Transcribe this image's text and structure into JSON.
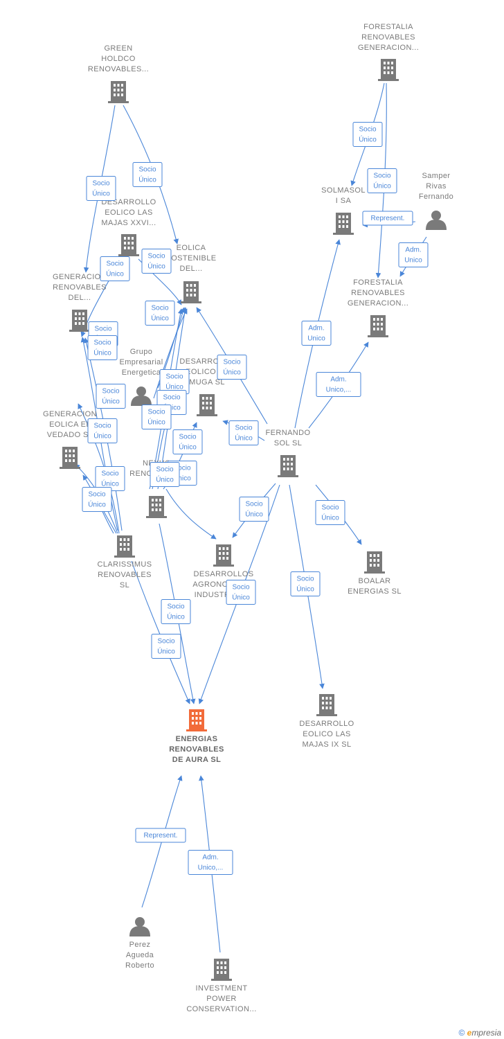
{
  "colors": {
    "edge": "#4a86d8",
    "node": "#7a7a7a",
    "highlight": "#f26b3a",
    "label": "#7a7a7a"
  },
  "nodes": [
    {
      "id": "green_holdco",
      "kind": "company",
      "label": [
        "GREEN",
        "HOLDCO",
        "RENOVABLES..."
      ]
    },
    {
      "id": "forestalia_top",
      "kind": "company",
      "label": [
        "FORESTALIA",
        "RENOVABLES",
        "GENERACION..."
      ]
    },
    {
      "id": "solmasol",
      "kind": "company",
      "label": [
        "SOLMASOL",
        "I SA"
      ]
    },
    {
      "id": "samper",
      "kind": "person",
      "label": [
        "Samper",
        "Rivas",
        "Fernando"
      ]
    },
    {
      "id": "forestalia_mid",
      "kind": "company",
      "label": [
        "FORESTALIA",
        "RENOVABLES",
        "GENERACION..."
      ]
    },
    {
      "id": "desarrollo_majas_xxvi",
      "kind": "company",
      "label": [
        "DESARROLLO",
        "EOLICO LAS",
        "MAJAS XXVI..."
      ]
    },
    {
      "id": "eolica_sostenible",
      "kind": "company",
      "label": [
        "EOLICA",
        "SOSTENIBLE",
        "DEL..."
      ]
    },
    {
      "id": "generacion_renovables_del",
      "kind": "company",
      "label": [
        "GENERACION",
        "RENOVABLES",
        "DEL..."
      ]
    },
    {
      "id": "grupo_empresarial",
      "kind": "person",
      "label": [
        "Grupo",
        "Empresarial",
        "Energetica"
      ]
    },
    {
      "id": "desarrollo_muga",
      "kind": "company",
      "label": [
        "DESARROLLO",
        "EOLICO LA",
        "MUGA SL"
      ]
    },
    {
      "id": "generacion_eolica_vedado",
      "kind": "company",
      "label": [
        "GENERACION",
        "EOLICA EL",
        "VEDADO SL"
      ]
    },
    {
      "id": "fernando_sol",
      "kind": "company",
      "label": [
        "FERNANDO",
        "SOL SL"
      ]
    },
    {
      "id": "nexus_renovables",
      "kind": "company",
      "label": [
        "NEXUS",
        "RENOVABLES",
        "SL"
      ]
    },
    {
      "id": "clarissimus",
      "kind": "company",
      "label": [
        "CLARISSIMUS",
        "RENOVABLES",
        "SL"
      ]
    },
    {
      "id": "desarrollos_agronomicos",
      "kind": "company",
      "label": [
        "DESARROLLOS",
        "AGRONOMICOS",
        "INDUSTRIALES"
      ]
    },
    {
      "id": "boalar",
      "kind": "company",
      "label": [
        "BOALAR",
        "ENERGIAS  SL"
      ]
    },
    {
      "id": "desarrollo_majas_ix",
      "kind": "company",
      "label": [
        "DESARROLLO",
        "EOLICO LAS",
        "MAJAS IX  SL"
      ]
    },
    {
      "id": "energias_aura",
      "kind": "company",
      "highlight": true,
      "label": [
        "ENERGIAS",
        "RENOVABLES",
        "DE AURA  SL"
      ]
    },
    {
      "id": "perez",
      "kind": "person",
      "label": [
        "Perez",
        "Agueda",
        "Roberto"
      ]
    },
    {
      "id": "investment_power",
      "kind": "company",
      "label": [
        "INVESTMENT",
        "POWER",
        "CONSERVATION..."
      ]
    }
  ],
  "edges": [
    {
      "from": "green_holdco",
      "to": "generacion_renovables_del",
      "label": [
        "Socio",
        "Único"
      ]
    },
    {
      "from": "green_holdco",
      "to": "eolica_sostenible",
      "label": [
        "Socio",
        "Único"
      ]
    },
    {
      "from": "forestalia_top",
      "to": "solmasol",
      "label": [
        "Socio",
        "Único"
      ]
    },
    {
      "from": "forestalia_top",
      "to": "forestalia_mid",
      "label": [
        "Socio",
        "Único"
      ]
    },
    {
      "from": "forestalia_top",
      "to": "solmasol",
      "label": [
        "Represent."
      ]
    },
    {
      "from": "samper",
      "to": "forestalia_mid",
      "label": [
        "Adm.",
        "Unico"
      ]
    },
    {
      "from": "fernando_sol",
      "to": "solmasol",
      "label": [
        "Adm.",
        "Unico"
      ]
    },
    {
      "from": "fernando_sol",
      "to": "forestalia_mid",
      "label": [
        "Adm.",
        "Unico,..."
      ]
    },
    {
      "from": "fernando_sol",
      "to": "eolica_sostenible",
      "label": [
        "Socio",
        "Único"
      ]
    },
    {
      "from": "fernando_sol",
      "to": "desarrollo_muga",
      "label": [
        "Socio",
        "Único"
      ]
    },
    {
      "from": "fernando_sol",
      "to": "desarrollos_agronomicos",
      "label": [
        "Socio",
        "Único"
      ]
    },
    {
      "from": "fernando_sol",
      "to": "boalar",
      "label": [
        "Socio",
        "Único"
      ]
    },
    {
      "from": "fernando_sol",
      "to": "desarrollo_majas_ix",
      "label": [
        "Socio",
        "Único"
      ]
    },
    {
      "from": "fernando_sol",
      "to": "energias_aura",
      "label": [
        "Socio",
        "Único"
      ]
    },
    {
      "from": "desarrollo_majas_xxvi",
      "to": "generacion_renovables_del",
      "label": [
        "Socio",
        "Único"
      ]
    },
    {
      "from": "desarrollo_majas_xxvi",
      "to": "eolica_sostenible",
      "label": [
        "Socio",
        "Único"
      ]
    },
    {
      "from": "grupo_empresarial",
      "to": "eolica_sostenible",
      "label": [
        "Socio",
        "Único"
      ]
    },
    {
      "from": "grupo_empresarial",
      "to": "eolica_sostenible",
      "label": [
        "Socio",
        "Único"
      ]
    },
    {
      "from": "clarissimus",
      "to": "generacion_renovables_del",
      "label": [
        "Socio",
        "Único"
      ]
    },
    {
      "from": "clarissimus",
      "to": "generacion_renovables_del",
      "label": [
        "Socio",
        "Único"
      ]
    },
    {
      "from": "clarissimus",
      "to": "generacion_eolica_vedado",
      "label": [
        "Socio",
        "Único"
      ]
    },
    {
      "from": "clarissimus",
      "to": "generacion_eolica_vedado",
      "label": [
        "Socio",
        "Único"
      ]
    },
    {
      "from": "clarissimus",
      "to": "generacion_eolica_vedado",
      "label": [
        "Socio",
        "Único"
      ]
    },
    {
      "from": "clarissimus",
      "to": "generacion_eolica_vedado",
      "label": [
        "Socio",
        "Único"
      ]
    },
    {
      "from": "nexus_renovables",
      "to": "eolica_sostenible",
      "label": [
        "Socio",
        "Único"
      ]
    },
    {
      "from": "nexus_renovables",
      "to": "desarrollo_muga",
      "label": [
        "Socio",
        "Único"
      ]
    },
    {
      "from": "nexus_renovables",
      "to": "desarrollo_muga",
      "label": [
        "Socio",
        "Único"
      ]
    },
    {
      "from": "nexus_renovables",
      "to": "desarrollos_agronomicos",
      "label": [
        "Socio",
        "Único"
      ]
    },
    {
      "from": "nexus_renovables",
      "to": "eolica_sostenible",
      "label": [
        "Socio",
        "Único"
      ]
    },
    {
      "from": "nexus_renovables",
      "to": "energias_aura",
      "label": [
        "Socio",
        "Único"
      ]
    },
    {
      "from": "clarissimus",
      "to": "energias_aura",
      "label": [
        "Socio",
        "Único"
      ]
    },
    {
      "from": "perez",
      "to": "energias_aura",
      "label": [
        "Represent."
      ]
    },
    {
      "from": "investment_power",
      "to": "energias_aura",
      "label": [
        "Adm.",
        "Unico,..."
      ]
    }
  ],
  "footer": {
    "copyright": "©",
    "brand_e": "e",
    "brand_rest": "mpresia"
  }
}
